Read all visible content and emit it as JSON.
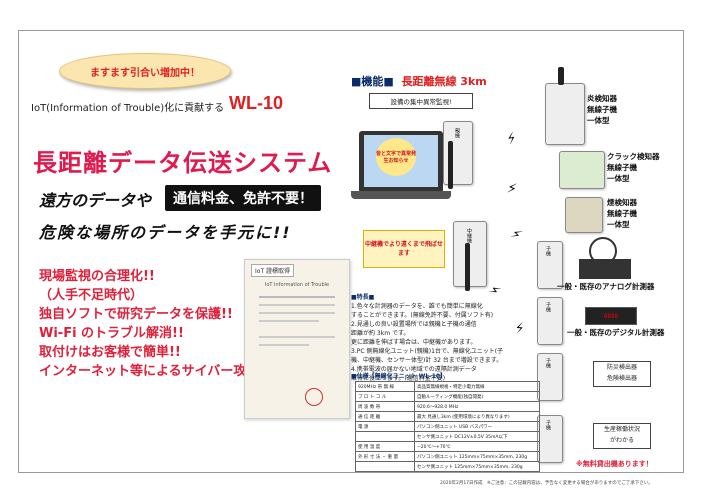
{
  "header": {
    "oval_text": "ますます引合い増加中！",
    "subtitle": "IoT(Information of Trouble)化に貢献する",
    "model": "WL-10"
  },
  "main_title": "長距離データ伝送システム",
  "tagline1_prefix": "遠方のデータや",
  "tagline1_box": "通信料金、免許不要！",
  "tagline2": "危険な場所のデータを手元に!!",
  "benefits": [
    "現場監視の合理化!!",
    "（人手不足時代）",
    "独自ソフトで研究データを保護!!",
    "Wi-Fi のトラブル解消!!",
    "取付けはお客様で簡単!!",
    "インターネット等によるサイバー攻撃の解消!!"
  ],
  "certificate": {
    "label": "IoT 證標取得",
    "line": "IoT  Information of Trouble"
  },
  "function": {
    "heading_prefix": "■機能■",
    "heading_red": "長距離無線 3km"
  },
  "central_box": "設備の集中異常監視!",
  "bubble": "音と文字で異常発生お知らせ",
  "yellow_box": "中継機でより遠くまで飛ばせます",
  "devices": {
    "master": "親機",
    "relay": "中継機",
    "slave": "子機"
  },
  "right_labels": [
    [
      "炎検知器",
      "無線子機",
      "一体型"
    ],
    [
      "クラック検知器",
      "無線子機",
      "一体型"
    ],
    [
      "煙検知器",
      "無線子機",
      "一体型"
    ]
  ],
  "analog_label": "一般・既存のアナログ計測器",
  "digital_label": "一般・既存のデジタル計測器",
  "detector_label": [
    "防災検出器",
    "危険検出器"
  ],
  "vibration_label": [
    "生産稼働状況",
    "がわかる"
  ],
  "features_title": "■特長■",
  "features": [
    "1.色々な計測器のデータを、誰でも簡単に無線化",
    "  することができます。(無線免許不要、付属ソフト有)",
    "2.見通しの良い設置場所では親機と子機の通信",
    "  距離が約 3km です。",
    "  更に距離を伸ばす場合は、中継機があります。",
    "3.PC 側無線化ユニット(親機)1台で、無線化ユニット(子",
    "  機、中継機、センサー体型)計 32 台まで増設できます。",
    "4.携帯電波の届かない地域での遠隔計測データ",
    "  取得に役立ちます。(通信料金不要)"
  ],
  "spec_title": "■仕様【無線化ユニット WL-10】",
  "spec_rows": [
    [
      "920MHz 帯 無 線",
      "高品質無線規格・特定小電力無線"
    ],
    [
      "プ ロ ト コ ル",
      "自動ルーティング機能(独自開発)"
    ],
    [
      "周 波 数 帯",
      "920.6〜928.0 MHz"
    ],
    [
      "通 信 距 離",
      "最大 見通し3km (使用環境により異なります)"
    ],
    [
      "電 源",
      "パソコン側ユニット USB バスパワー"
    ],
    [
      "",
      "センサ側ユニット DC12V±0.5V 35mA以下"
    ],
    [
      "使 用 温 度",
      "−20℃〜+70℃"
    ],
    [
      "外 形 寸 法 ・ 重 量",
      "パソコン側ユニット 125mm×75mm×35mm, 230g"
    ],
    [
      "",
      "センサ側ユニット 125mm×75mm×35mm, 230g"
    ]
  ],
  "free_loan": "※無料貸出機あります！",
  "footer": "2020年2月17日作成　※ご注意：この記載内容は、予告なく変更する場合がありますのでご了承下さい。"
}
